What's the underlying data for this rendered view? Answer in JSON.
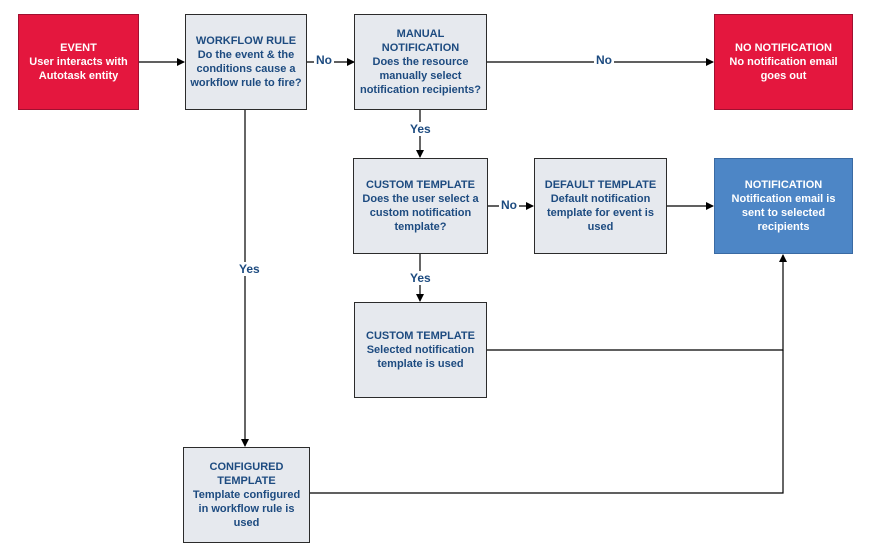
{
  "nodes": {
    "event": {
      "title": "EVENT",
      "body": "User interacts with Autotask entity"
    },
    "workflow_rule": {
      "title": "WORKFLOW RULE",
      "body": "Do the event & the conditions cause a workflow rule to fire?"
    },
    "manual_notification": {
      "title": "MANUAL NOTIFICATION",
      "body": "Does the resource manually select notification recipients?"
    },
    "no_notification": {
      "title": "NO NOTIFICATION",
      "body": "No notification email goes out"
    },
    "custom_template_question": {
      "title": "CUSTOM TEMPLATE",
      "body": "Does the user select a custom notification template?"
    },
    "default_template": {
      "title": "DEFAULT TEMPLATE",
      "body": "Default notification template for event is used"
    },
    "notification": {
      "title": "NOTIFICATION",
      "body": "Notification email is sent to selected recipients"
    },
    "custom_template_used": {
      "title": "CUSTOM TEMPLATE",
      "body": "Selected notification template is used"
    },
    "configured_template": {
      "title": "CONFIGURED TEMPLATE",
      "body": "Template configured in workflow rule is used"
    }
  },
  "edge_labels": {
    "workflow_no": "No",
    "manual_no": "No",
    "manual_yes": "Yes",
    "custom_no": "No",
    "custom_yes": "Yes",
    "workflow_yes": "Yes"
  },
  "colors": {
    "alert_red": "#e4173e",
    "process_gray": "#e6e9ee",
    "outcome_blue": "#4d86c6",
    "text_navy": "#1d4b80"
  }
}
